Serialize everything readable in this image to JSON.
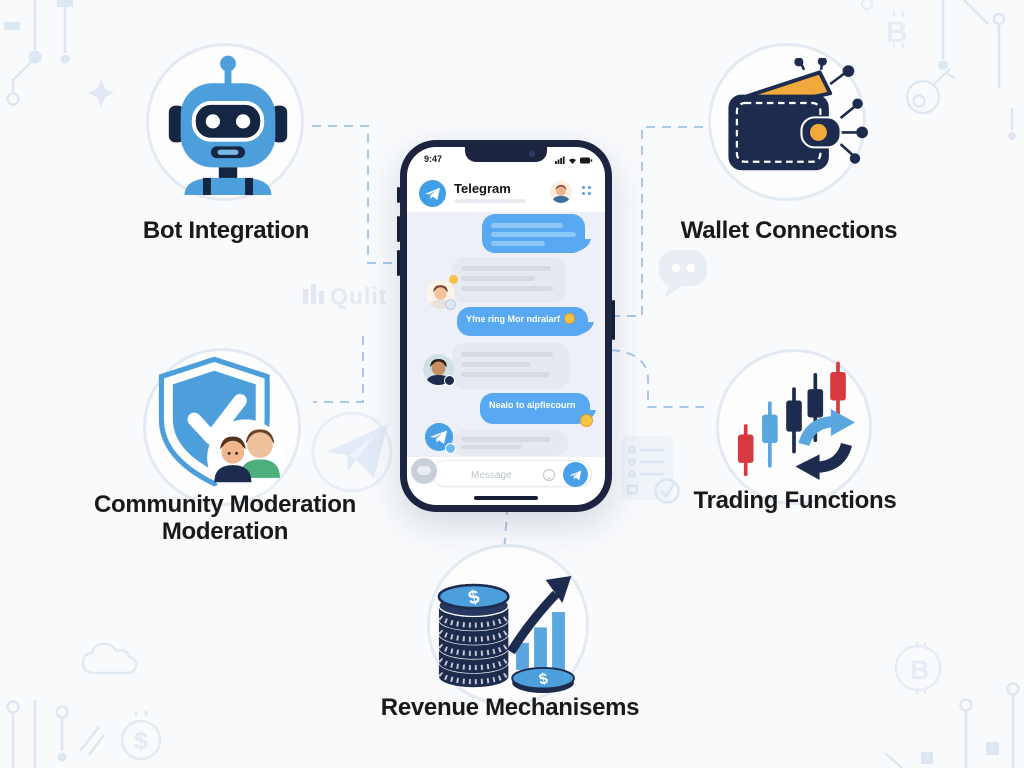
{
  "features": {
    "bot": {
      "label": "Bot Integration",
      "icon": "robot-icon"
    },
    "wallet": {
      "label": "Wallet Connections",
      "icon": "wallet-network-icon"
    },
    "moderation": {
      "label_line1": "Community Moderation",
      "label_line2": "Moderation",
      "icon": "shield-check-users-icon"
    },
    "trading": {
      "label": "Trading Functions",
      "icon": "candlestick-refresh-icon"
    },
    "revenue": {
      "label": "Revenue Mechanisems",
      "icon": "coin-stack-growth-icon"
    }
  },
  "phone": {
    "status_time": "9:47",
    "status_icons": [
      "signal-icon",
      "wifi-icon",
      "battery-icon"
    ],
    "app_title": "Telegram",
    "messages": [
      {
        "type": "outgoing",
        "content": "placeholder-lines"
      },
      {
        "type": "incoming",
        "content": "placeholder-lines",
        "avatar": "user-avatar"
      },
      {
        "type": "outgoing",
        "text": "Yfne ring Mor ndralarf",
        "emoji": "coin-emoji"
      },
      {
        "type": "incoming",
        "content": "placeholder-lines",
        "avatar": "user-avatar"
      },
      {
        "type": "outgoing",
        "text": "Nealo to alpfiecourn",
        "emoji": "coin-emoji"
      },
      {
        "type": "incoming",
        "content": "placeholder-lines",
        "avatar": "telegram-bot-avatar"
      }
    ],
    "input": {
      "placeholder": "Message",
      "icons": [
        "sticker-icon",
        "emoji-icon",
        "send-icon"
      ]
    }
  },
  "decorations": {
    "watermark_text": "Qulit",
    "bitcoin_watermark": "B",
    "dollar_watermark": "$",
    "items": [
      "circuit-lines",
      "sparkle-star",
      "bitcoin-symbol",
      "gear-circle",
      "chat-bubble-watermark",
      "telegram-plane-watermark",
      "checklist-watermark",
      "cloud-icon",
      "dollar-circle"
    ]
  },
  "colors": {
    "accent_blue": "#4d9fdc",
    "navy": "#1d2b4f",
    "bubble_blue": "#58a9f1",
    "orange": "#f2a93b",
    "red": "#d8393f",
    "connector": "#9fc3e8",
    "ring": "#e4eaf3",
    "background": "#f8fafc"
  }
}
